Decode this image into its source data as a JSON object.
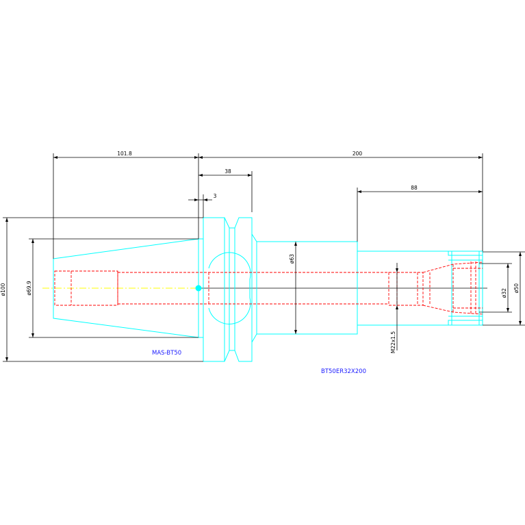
{
  "drawing": {
    "colors": {
      "background": "#ffffff",
      "outline": "#00ffff",
      "hidden": "#ff0000",
      "centerline": "#ffff00",
      "dimension": "#000000",
      "label": "#1a1aff"
    },
    "dimensions": {
      "taper_length": "101.8",
      "overall_length": "200",
      "flange_length": "38",
      "flange_offset": "3",
      "nose_length": "88",
      "dia_100": "ø100",
      "dia_69_9": "ø69.9",
      "dia_63": "ø63",
      "thread": "M22x1.5",
      "dia_32": "ø32",
      "dia_50": "ø50"
    },
    "labels": {
      "shank_standard": "MAS-BT50",
      "part_number": "BT50ER32X200"
    }
  }
}
